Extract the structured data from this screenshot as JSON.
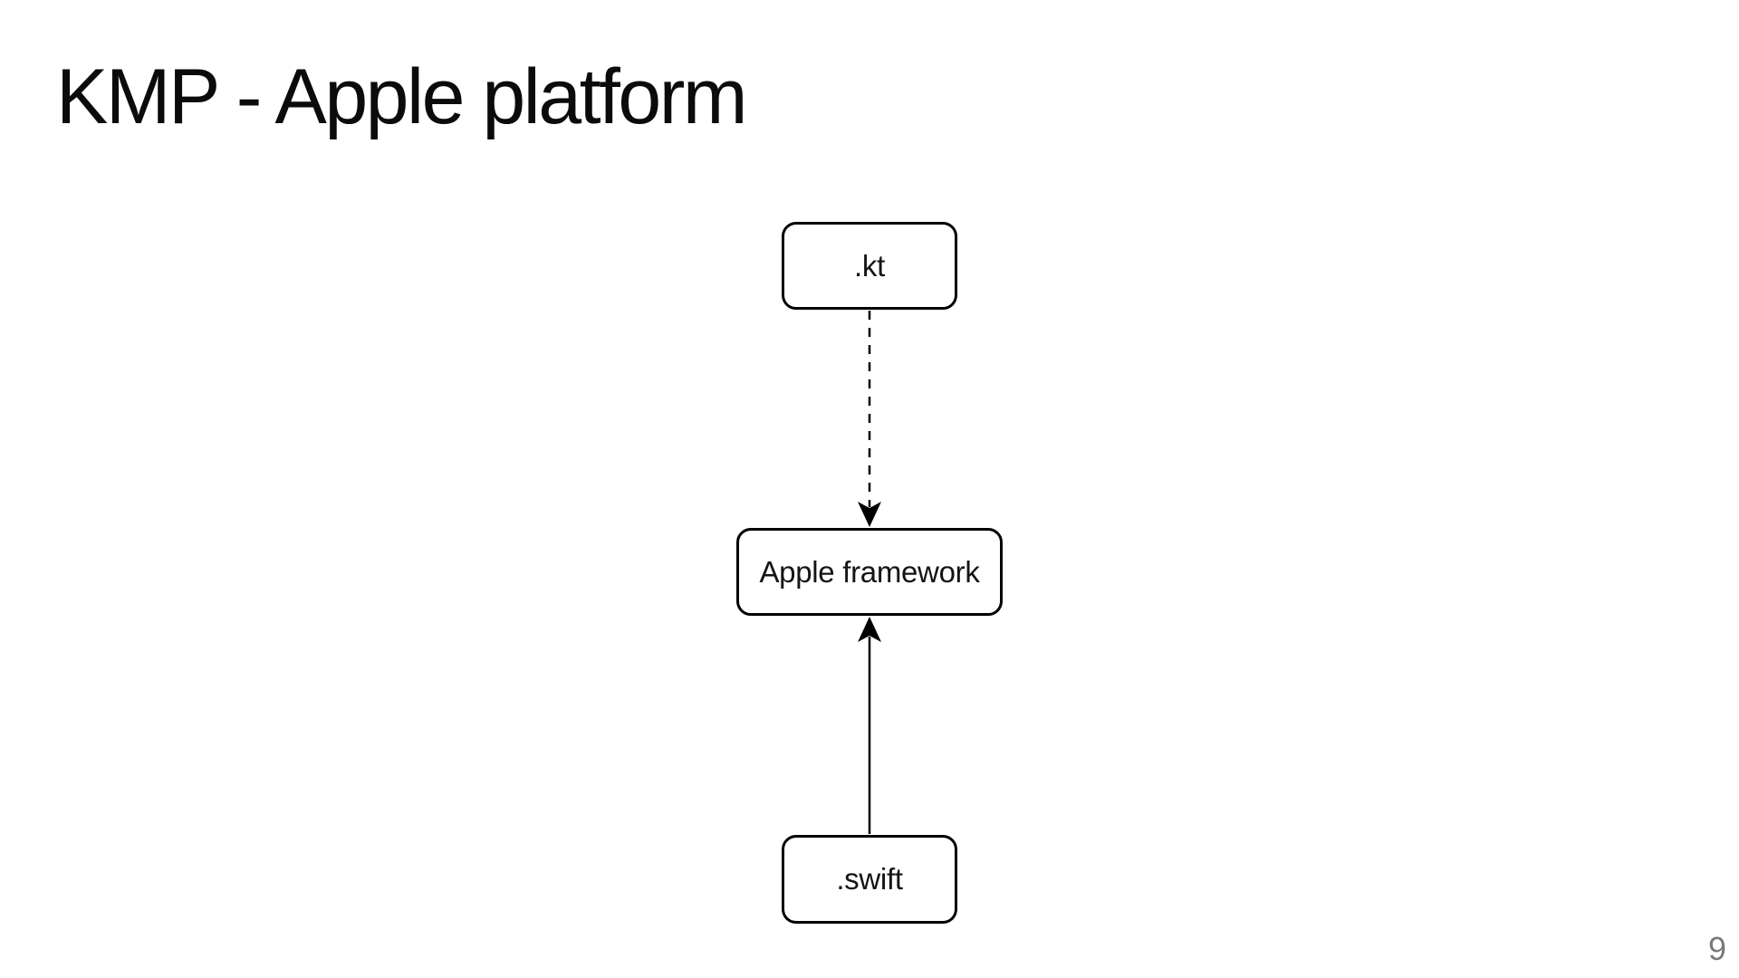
{
  "slide": {
    "title": "KMP - Apple platform",
    "page_number": "9"
  },
  "diagram": {
    "nodes": [
      {
        "id": "kt",
        "label": ".kt"
      },
      {
        "id": "apple-framework",
        "label": "Apple framework"
      },
      {
        "id": "swift",
        "label": ".swift"
      }
    ],
    "edges": [
      {
        "from": "kt",
        "to": "apple-framework",
        "style": "dashed",
        "direction": "down",
        "arrowhead": "filled"
      },
      {
        "from": "swift",
        "to": "apple-framework",
        "style": "solid",
        "direction": "up",
        "arrowhead": "filled"
      }
    ],
    "colors": {
      "background": "#ffffff",
      "node_fill": "#ffffff",
      "node_stroke": "#000000",
      "edge_stroke": "#000000",
      "title_text": "#0b0b0b",
      "node_text": "#141414",
      "page_number_text": "#7a7a7a"
    }
  }
}
